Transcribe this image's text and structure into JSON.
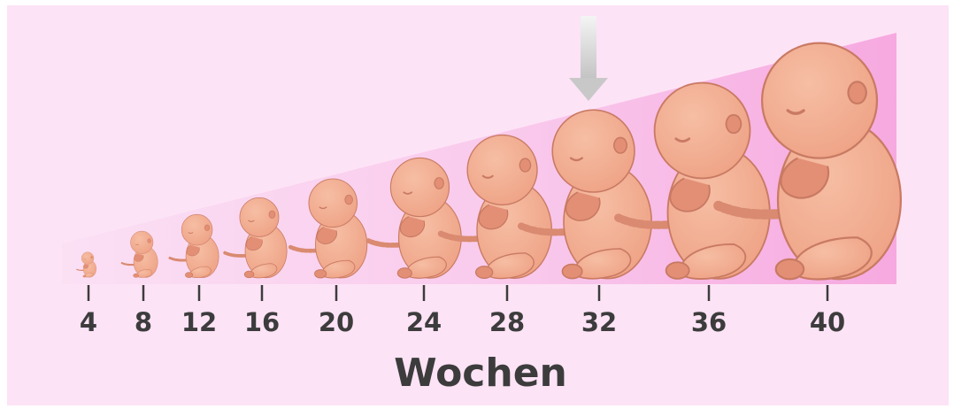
{
  "weeks": [
    "4",
    "8",
    "12",
    "16",
    "20",
    "24",
    "28",
    "32",
    "36",
    "40"
  ],
  "axis_title": "Wochen",
  "highlighted_week": "32",
  "colors": {
    "background": "#fde3f6",
    "wedge": "#f7b0e4",
    "skin": "#f0a98c",
    "skin_shade": "#e38f75",
    "outline": "#c97a63",
    "cord": "#d98a70",
    "text": "#3c3c3c",
    "arrow": "#d6d6d6"
  },
  "icons": {
    "fetus": "fetus-illustration",
    "arrow": "down-arrow-icon"
  }
}
